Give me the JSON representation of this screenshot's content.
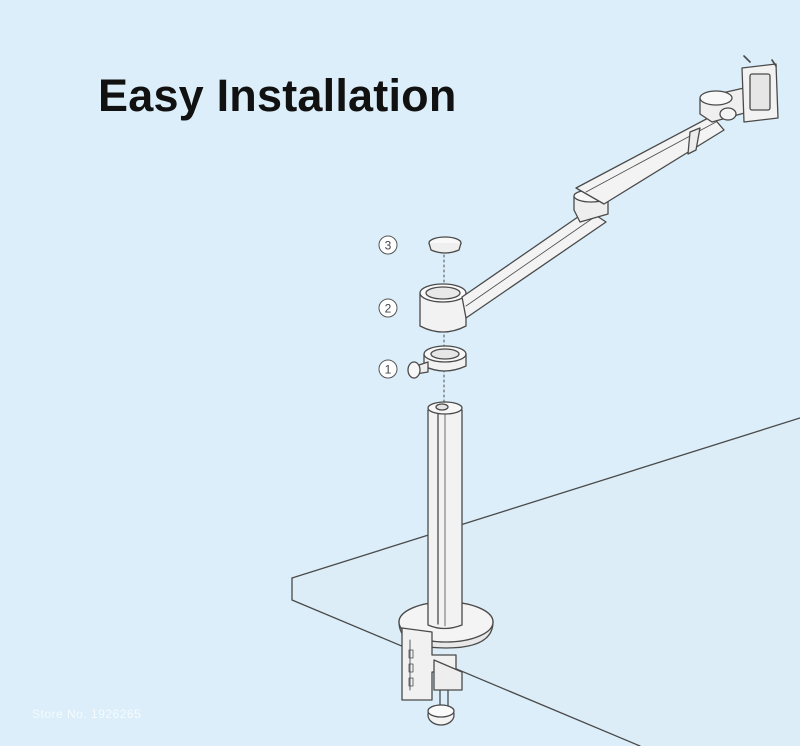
{
  "title": "Easy Installation",
  "steps": [
    {
      "label": "1",
      "part": "clamp-collar"
    },
    {
      "label": "2",
      "part": "arm-joint-sleeve"
    },
    {
      "label": "3",
      "part": "top-cap"
    }
  ],
  "watermark": "Store No. 1926265",
  "colors": {
    "background": "#dbeef9",
    "line": "#4a4a4a",
    "part_fill": "#f2f2f2"
  }
}
